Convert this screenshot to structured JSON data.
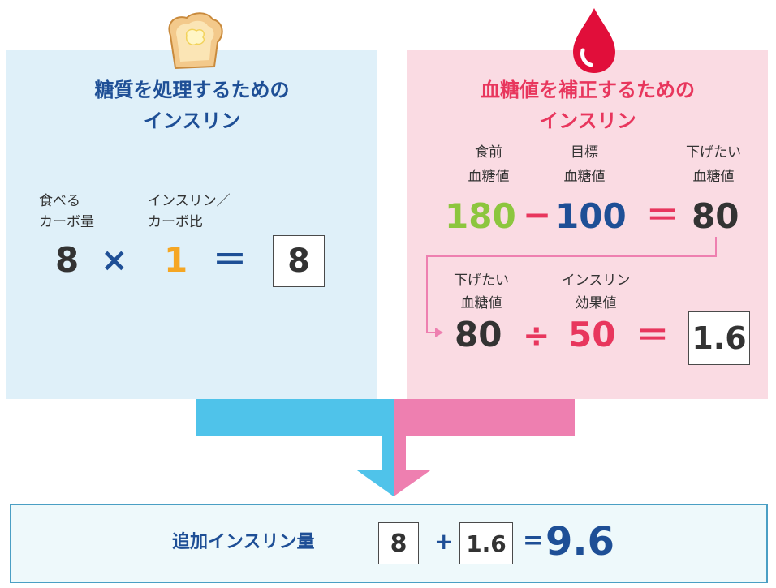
{
  "left_panel": {
    "title_line1": "糖質を処理するための",
    "title_line2": "インスリン",
    "label_carb_1": "食べる",
    "label_carb_2": "カーボ量",
    "label_ratio_1": "インスリン／",
    "label_ratio_2": "カーボ比",
    "carb_value": "8",
    "times_sign": "×",
    "ratio_value": "1",
    "equals_sign": "＝",
    "result": "8"
  },
  "right_panel": {
    "title_line1": "血糖値を補正するための",
    "title_line2": "インスリン",
    "label_pre_1": "食前",
    "label_pre_2": "血糖値",
    "label_target_1": "目標",
    "label_target_2": "血糖値",
    "label_lower_1": "下げたい",
    "label_lower_2": "血糖値",
    "pre_value": "180",
    "minus_sign": "−",
    "target_value": "100",
    "equals_sign": "＝",
    "diff_value": "80",
    "label_lower2_1": "下げたい",
    "label_lower2_2": "血糖値",
    "label_effect_1": "インスリン",
    "label_effect_2": "効果値",
    "lower_value": "80",
    "divide_sign": "÷",
    "effect_value": "50",
    "equals_sign2": "＝",
    "result": "1.6"
  },
  "footer": {
    "label": "追加インスリン量",
    "term1": "8",
    "plus_sign": "+",
    "term2": "1.6",
    "equals_sign": "=",
    "total": "9.6"
  },
  "colors": {
    "left_bg": "#dff0f9",
    "right_bg": "#fadbe3",
    "navy": "#1e4f96",
    "red": "#e8365d",
    "green": "#8cc63e",
    "orange": "#f5a623",
    "dark": "#333333",
    "cyan_arrow": "#4fc3ea",
    "pink_arrow": "#ee7fb0",
    "footer_border": "#4a9fc4"
  },
  "icons": {
    "toast": "toast-icon",
    "blood_drop": "blood-drop-icon"
  }
}
